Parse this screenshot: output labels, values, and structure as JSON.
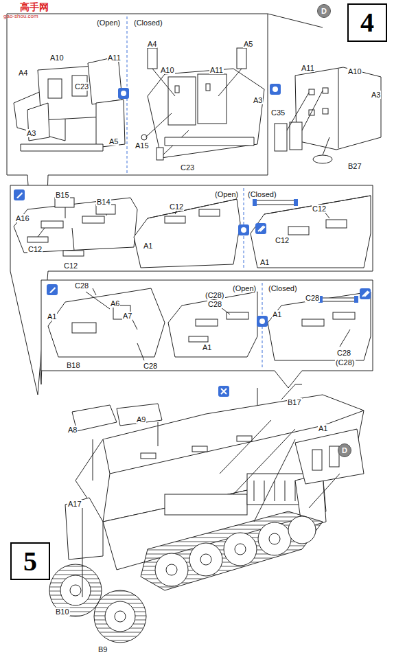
{
  "diagram": {
    "nodes": [
      {
        "text": [
          "D"
        ]
      },
      {
        "text": [
          "4"
        ]
      },
      {
        "text": [
          "D"
        ]
      },
      {
        "text": [
          "5"
        ]
      }
    ],
    "labels": [
      "高手网",
      "gao-shou.com",
      "(Open)",
      "(Closed)",
      "A10",
      "A11",
      "A4",
      "C23",
      "A3",
      "A5",
      "A4",
      "A5",
      "A10",
      "A11",
      "A3",
      "A15",
      "C23",
      "A11",
      "A10",
      "A3",
      "C35",
      "B27",
      "B15",
      "B14",
      "A16",
      "C12",
      "C12",
      "C12",
      "(Open)",
      "(Closed)",
      "C12",
      "C12",
      "A1",
      "A1",
      "C28",
      "A6",
      "A7",
      "A1",
      "B18",
      "C28",
      "(C28)",
      "C28",
      "(Open)",
      "(Closed)",
      "C28",
      "A1",
      "A1",
      "C28",
      "(C28)",
      "B17",
      "A1",
      "A8",
      "A9",
      "A17",
      "B10",
      "B9"
    ]
  }
}
